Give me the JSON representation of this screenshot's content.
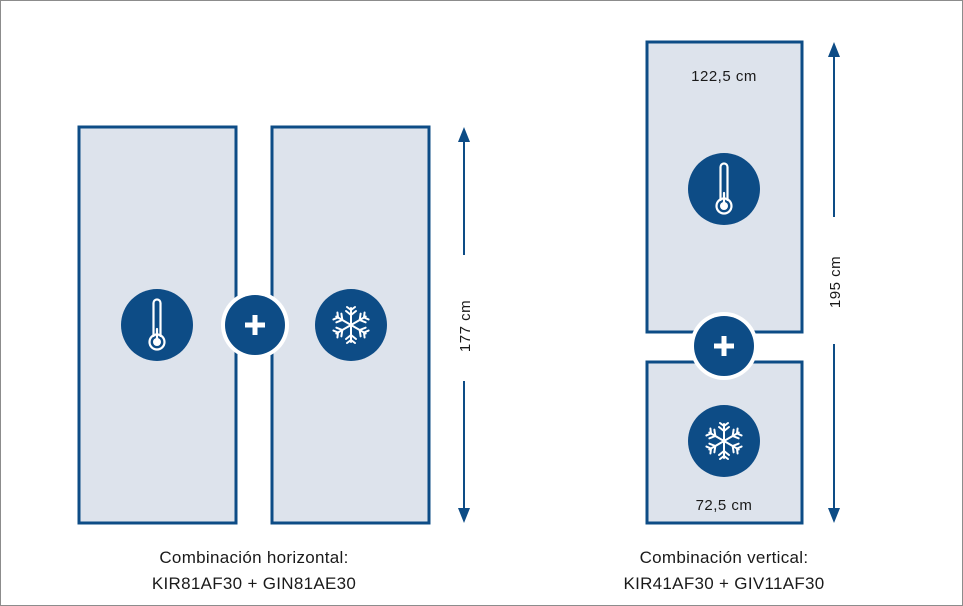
{
  "left_combination": {
    "height_label": "177 cm",
    "caption_line1": "Combinación horizontal:",
    "caption_line2": "KIR81AF30 + GIN81AE30"
  },
  "right_combination": {
    "height_label": "195 cm",
    "top_unit_label": "122,5 cm",
    "bottom_unit_label": "72,5 cm",
    "caption_line1": "Combinación vertical:",
    "caption_line2": "KIR41AF30 + GIV11AF30"
  },
  "colors": {
    "primary_blue": "#0d4c86",
    "appliance_fill": "#dde3ec",
    "page_background": "#ffffff"
  },
  "icons": [
    "thermometer-icon",
    "plus-icon",
    "snowflake-icon"
  ]
}
